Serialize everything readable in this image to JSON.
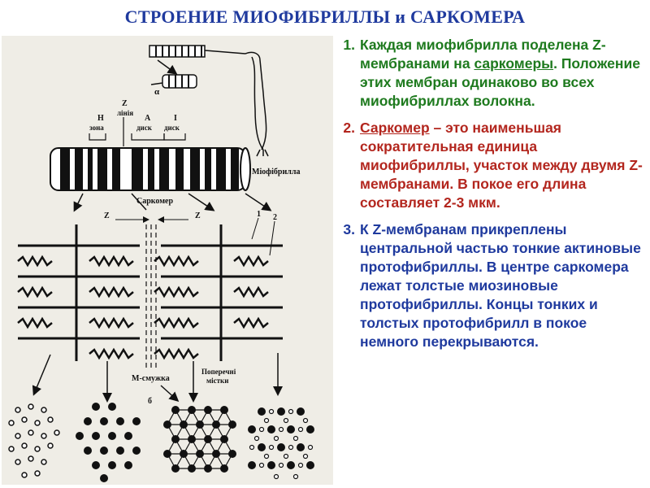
{
  "title": "СТРОЕНИЕ МИОФИБРИЛЛЫ и САРКОМЕРА",
  "figure": {
    "labels": {
      "h_zone": "Н",
      "h_zone2": "зона",
      "z_line": "Z",
      "z_line2": "лінія",
      "a_disc": "A",
      "a_disc2": "диск",
      "i_disc": "I",
      "i_disc2": "диск",
      "alpha": "α",
      "myofibril": "Міофібрилла",
      "sarcomere": "Саркомер",
      "z_left": "Z",
      "z_right": "Z",
      "n1": "1",
      "n2": "2",
      "m_line": "М-смужка",
      "b_label": "б",
      "cross_bridges": "Поперечні",
      "cross_bridges2": "містки"
    }
  },
  "points": [
    {
      "num": "1.",
      "color": "green",
      "parts": [
        {
          "text": "Каждая миофибрилла поделена Z-мембранами на "
        },
        {
          "text": "саркомеры",
          "underline": true
        },
        {
          "text": ". Положение этих мембран одинаково во всех миофибриллах волокна."
        }
      ]
    },
    {
      "num": "2.",
      "color": "red",
      "parts": [
        {
          "text": "Саркомер",
          "underline": true
        },
        {
          "text": " – это наименьшая сократительная единица миофибриллы, участок между двумя Z-мембранами. В покое его длина составляет 2-3 мкм."
        }
      ]
    },
    {
      "num": "3.",
      "color": "blue",
      "parts": [
        {
          "text": "К Z-мембранам прикреплены центральной частью тонкие актиновые протофибриллы. В центре саркомера лежат толстые миозиновые протофибриллы.  Концы тонких и толстых протофибрилл в покое немного перекрываются."
        }
      ]
    }
  ]
}
